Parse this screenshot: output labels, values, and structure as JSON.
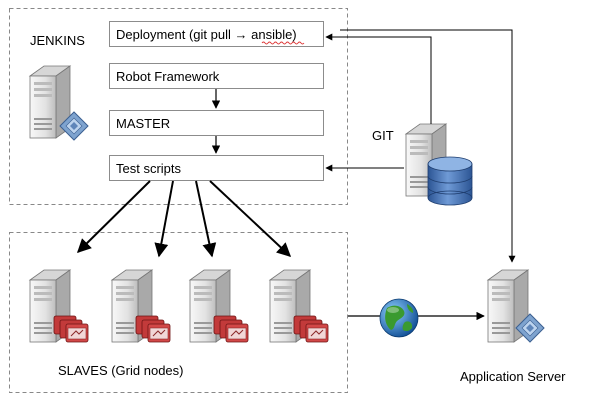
{
  "jenkins": {
    "title": "JENKINS",
    "steps": [
      {
        "label": "Deployment (git pull → ansible)"
      },
      {
        "label": "Robot Framework"
      },
      {
        "label": "MASTER"
      },
      {
        "label": "Test scripts"
      }
    ]
  },
  "git": {
    "label": "GIT"
  },
  "slaves": {
    "label": "SLAVES (Grid nodes)",
    "count": 4
  },
  "app_server": {
    "label": "Application Server"
  },
  "colors": {
    "dashed_border": "#888888",
    "box_border": "#8c8c8c",
    "server_body": "#e8e8e8",
    "cylinder": "#3f6fb0",
    "browser_icon": "#b32b2b",
    "globe_ocean": "#1f6fc4",
    "globe_land": "#3a9a2f"
  }
}
